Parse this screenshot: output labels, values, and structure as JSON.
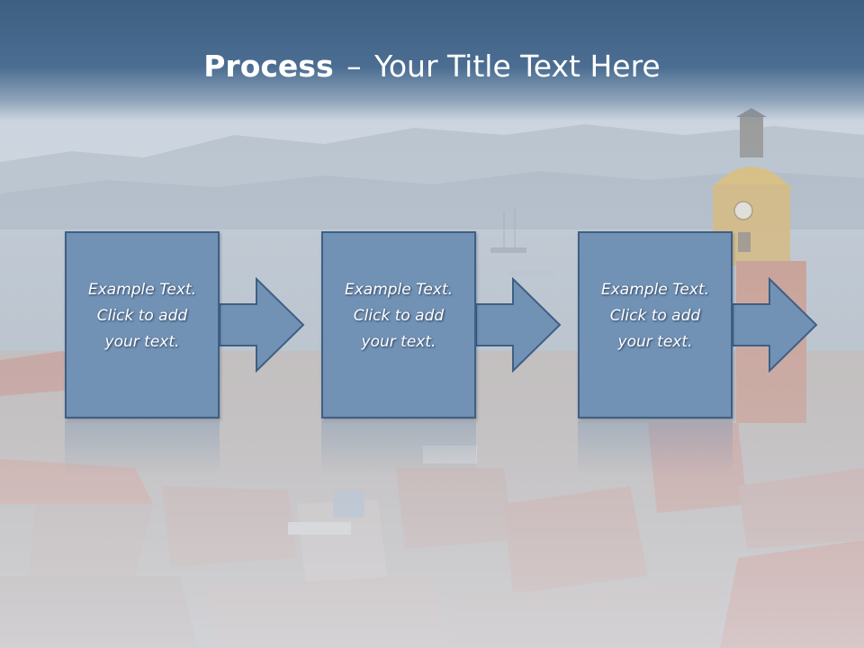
{
  "title": {
    "bold": "Process",
    "dash": "–",
    "rest": "Your Title Text Here"
  },
  "steps": [
    {
      "text": "Example Text.\nClick  to add\nyour text."
    },
    {
      "text": "Example Text.\nClick  to add\nyour text."
    },
    {
      "text": "Example Text.\nClick  to add\nyour text."
    }
  ],
  "colors": {
    "box_fill": "#7192b5",
    "box_border": "#3f5f84",
    "title_band": "#3c5f82"
  }
}
